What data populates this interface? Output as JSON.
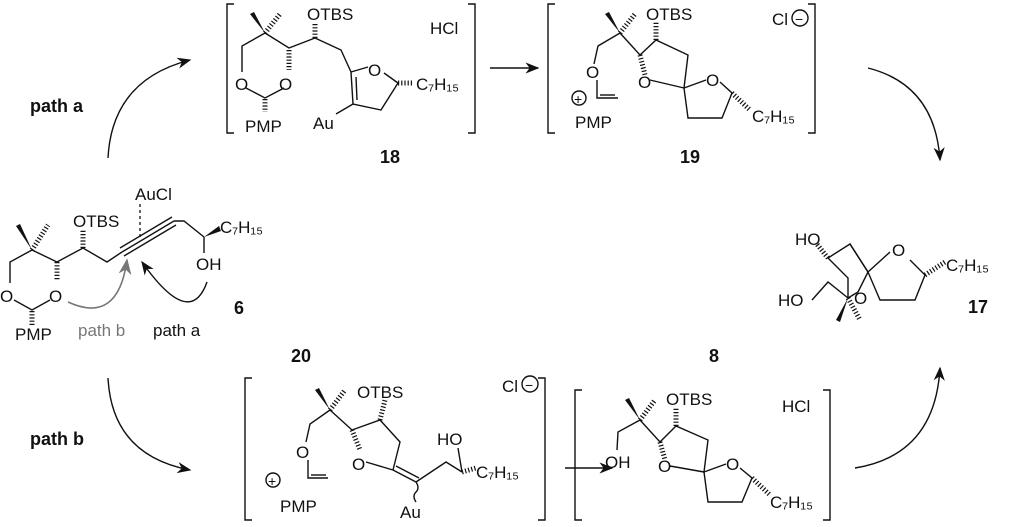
{
  "labels": {
    "path_a": "path a",
    "path_b": "path b",
    "cmpd_6": "6",
    "cmpd_18": "18",
    "cmpd_19": "19",
    "cmpd_17": "17",
    "cmpd_20": "20",
    "cmpd_8": "8"
  },
  "groups": {
    "otbs": "OTBS",
    "pmp": "PMP",
    "o": "O",
    "oh": "OH",
    "ho": "HO",
    "au": "Au",
    "aucl": "AuCl",
    "hcl": "HCl",
    "cl": "Cl",
    "chain": "C₇H₁₅",
    "plus": "+",
    "minus": "−"
  }
}
